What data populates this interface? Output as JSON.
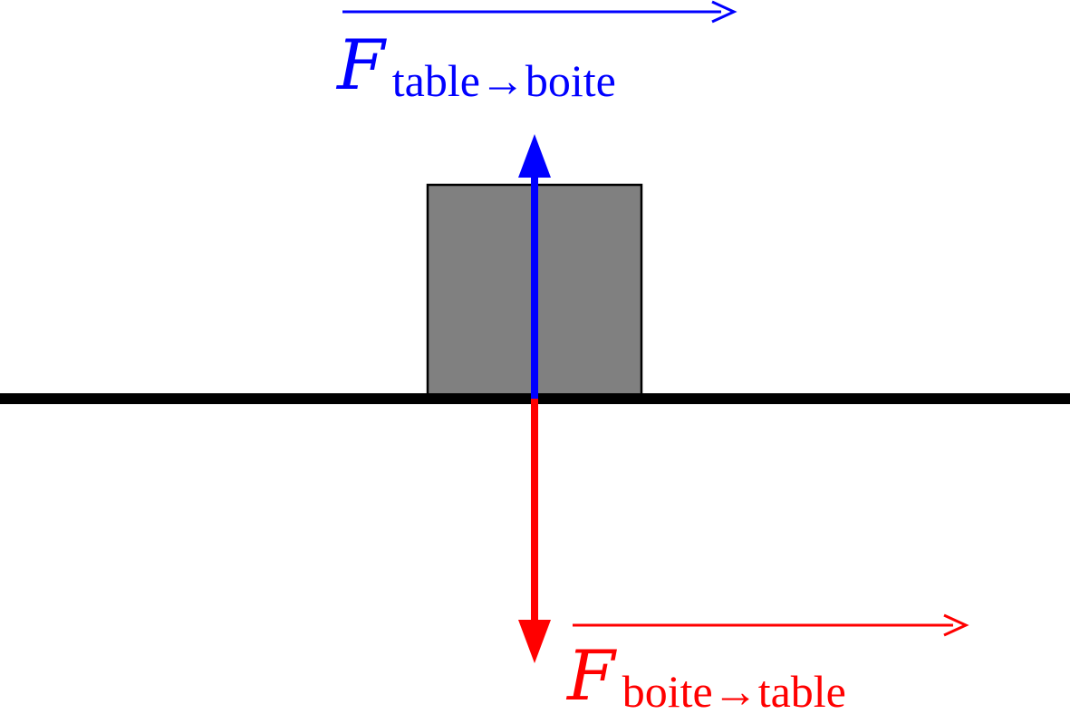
{
  "diagram": {
    "force_up": {
      "symbol": "F",
      "subscript": "table→boite",
      "color": "#0000ff"
    },
    "force_down": {
      "symbol": "F",
      "subscript": "boite→table",
      "color": "#ff0000"
    },
    "colors": {
      "box_fill": "#808080",
      "box_stroke": "#000000",
      "table": "#000000",
      "background": "#ffffff"
    }
  }
}
